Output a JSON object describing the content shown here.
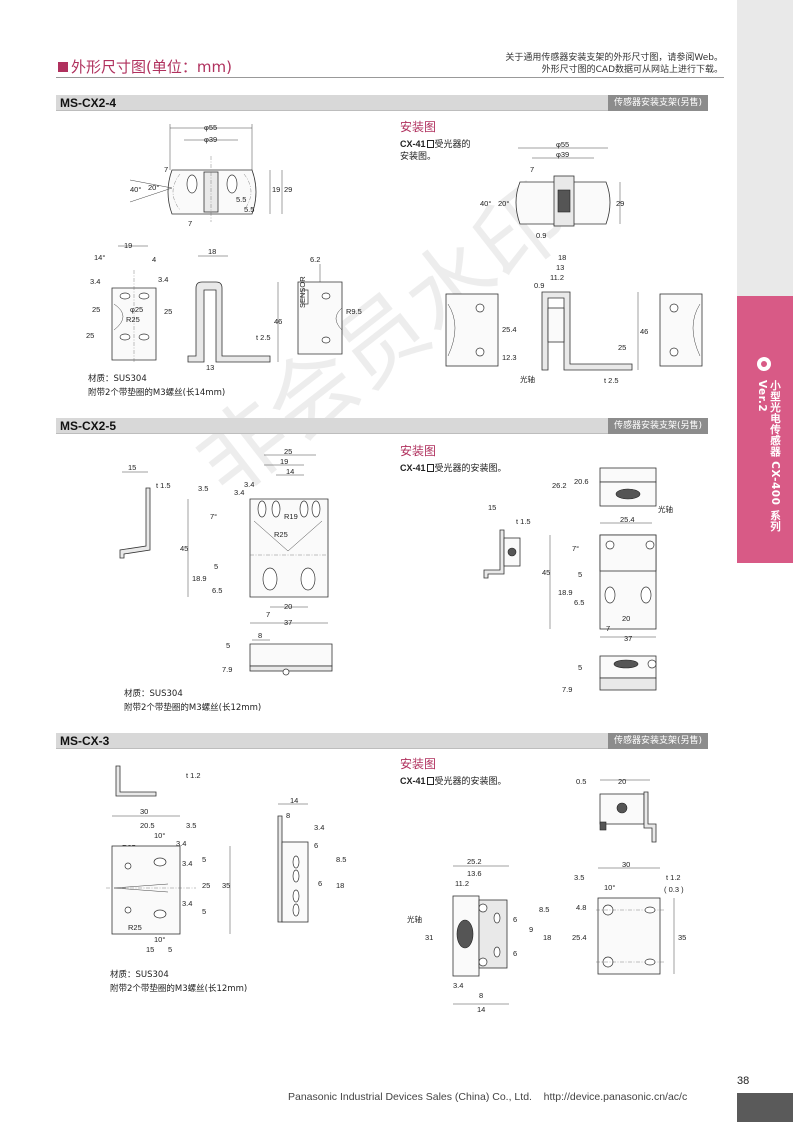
{
  "header": {
    "title": "外形尺寸图(单位：mm)",
    "note_line1": "关于通用传感器安装支架的外形尺寸图，请参阅Web。",
    "note_line2": "外形尺寸图的CAD数据可从网站上进行下载。"
  },
  "side_tab": {
    "text": "小型光电传感器 CX-400 系列 Ver.2"
  },
  "watermark": "非会员水印",
  "sections": [
    {
      "model": "MS-CX2-4",
      "tag": "传感器安装支架(另售)",
      "install_title": "安装图",
      "install_desc_model": "CX-41",
      "install_desc_text1": "受光器的",
      "install_desc_text2": "安装图。",
      "material": "材质：SUS304",
      "screws": "附带2个带垫圈的M3螺丝(长14mm)",
      "dims": {
        "d55": "φ55",
        "d39": "φ39",
        "a40": "40°",
        "a20": "20°",
        "a14": "14°",
        "n7": "7",
        "n19": "19",
        "n29": "29",
        "n5_5": "5.5",
        "n4": "4",
        "n3_4": "3.4",
        "n25": "25",
        "r25": "R25",
        "d25": "φ25",
        "n18": "18",
        "n46": "46",
        "t2_5": "t 2.5",
        "n13": "13",
        "n6_2": "6.2",
        "r9_5": "R9.5",
        "sensor": "SENSOR",
        "n0_9": "0.9",
        "n11_2": "11.2",
        "n25_4": "25.4",
        "n12_3": "12.3",
        "axis": "光轴"
      }
    },
    {
      "model": "MS-CX2-5",
      "tag": "传感器安装支架(另售)",
      "install_title": "安装图",
      "install_desc_model": "CX-41",
      "install_desc_text1": "受光器的安装图。",
      "material": "材质：SUS304",
      "screws": "附带2个带垫圈的M3螺丝(长12mm)",
      "dims": {
        "n15": "15",
        "t1_5": "t 1.5",
        "n25": "25",
        "n19": "19",
        "n14": "14",
        "n3_5": "3.5",
        "n3_4": "3.4",
        "a7": "7°",
        "r19": "R19",
        "r25": "R25",
        "n45": "45",
        "n5": "5",
        "n18_9": "18.9",
        "n6_5": "6.5",
        "n20": "20",
        "n7": "7",
        "n37": "37",
        "n8": "8",
        "n7_9": "7.9",
        "n26_2": "26.2",
        "n20_6": "20.6",
        "n25_4": "25.4",
        "axis": "光轴"
      }
    },
    {
      "model": "MS-CX-3",
      "tag": "传感器安装支架(另售)",
      "install_title": "安装图",
      "install_desc_model": "CX-41",
      "install_desc_text1": "受光器的安装图。",
      "material": "材质：SUS304",
      "screws": "附带2个带垫圈的M3螺丝(长12mm)",
      "dims": {
        "t1_2": "t 1.2",
        "n30": "30",
        "n20_5": "20.5",
        "n3_5": "3.5",
        "a10": "10°",
        "r25": "R25",
        "n3_4": "3.4",
        "n5": "5",
        "n25": "25",
        "n35": "35",
        "n15": "15",
        "n14": "14",
        "n8": "8",
        "n6": "6",
        "n8_5": "8.5",
        "n18": "18",
        "n0_5": "0.5",
        "n20": "20",
        "n25_2": "25.2",
        "n13_6": "13.6",
        "n11_2": "11.2",
        "n9": "9",
        "n31": "31",
        "n4_8": "4.8",
        "n25_4": "25.4",
        "p0_3": "( 0.3 )",
        "axis": "光轴"
      }
    }
  ],
  "footer": {
    "company": "Panasonic Industrial Devices Sales (China) Co., Ltd.",
    "url": "http://device.panasonic.cn/ac/c",
    "page": "38"
  }
}
